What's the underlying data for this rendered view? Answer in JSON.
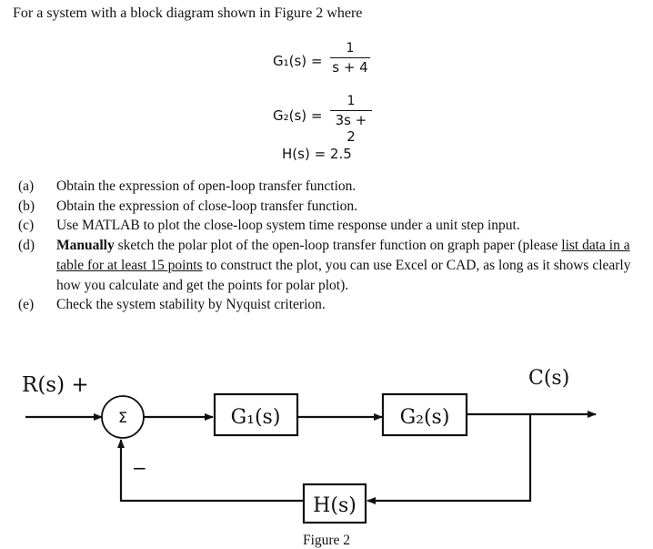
{
  "intro": "For a system with a block diagram shown in Figure 2 where",
  "equations": {
    "g1": {
      "lhs": "G₁(s) =",
      "num": "1",
      "den": "s + 4"
    },
    "g2": {
      "lhs": "G₂(s) =",
      "num": "1",
      "den": "3s + 2"
    },
    "h": {
      "lhs": "H(s) = 2.5"
    }
  },
  "tasks": [
    {
      "label": "(a)",
      "text": "Obtain the expression of open-loop transfer function."
    },
    {
      "label": "(b)",
      "text": "Obtain the expression of close-loop transfer function."
    },
    {
      "label": "(c)",
      "text": "Use MATLAB to plot the close-loop system time response under a unit step input."
    },
    {
      "label": "(d)",
      "bold": "Manually",
      "pre": " sketch the polar plot of the open-loop transfer function on graph paper (please ",
      "underlined": "list data in a table for at least 15 points",
      "post": " to construct the plot, you can use Excel or CAD, as long as it shows clearly how you calculate and get the points for polar plot)."
    },
    {
      "label": "(e)",
      "text": "Check the system stability by Nyquist criterion."
    }
  ],
  "diagram": {
    "input_label": "R(s) +",
    "output_label": "C(s)",
    "sum_symbol": "Σ",
    "minus_sign": "−",
    "g1": "G₁(s)",
    "g2": "G₂(s)",
    "h": "H(s)",
    "caption": "Figure 2"
  }
}
